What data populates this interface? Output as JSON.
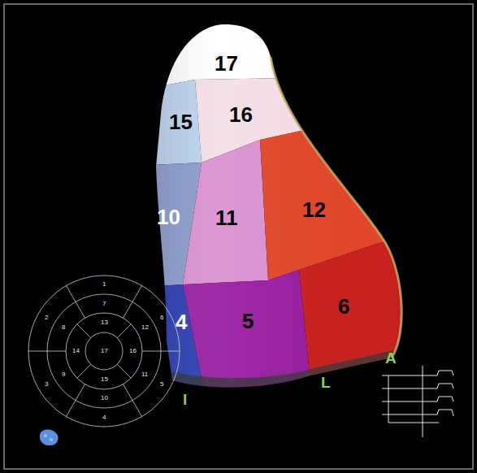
{
  "diagram": {
    "nodes": [
      {
        "text": [
          "17"
        ]
      },
      {
        "text": [
          "15"
        ]
      },
      {
        "text": [
          "16"
        ]
      },
      {
        "text": [
          "10"
        ]
      },
      {
        "text": [
          "11"
        ]
      },
      {
        "text": [
          "12"
        ]
      },
      {
        "text": [
          "4"
        ]
      },
      {
        "text": [
          "5"
        ]
      },
      {
        "text": [
          "6"
        ]
      }
    ],
    "labels": [
      "1",
      "2",
      "3",
      "4",
      "5",
      "6",
      "7",
      "8",
      "9",
      "10",
      "11",
      "12",
      "13",
      "14",
      "15",
      "16",
      "17",
      "I",
      "L",
      "A"
    ]
  }
}
